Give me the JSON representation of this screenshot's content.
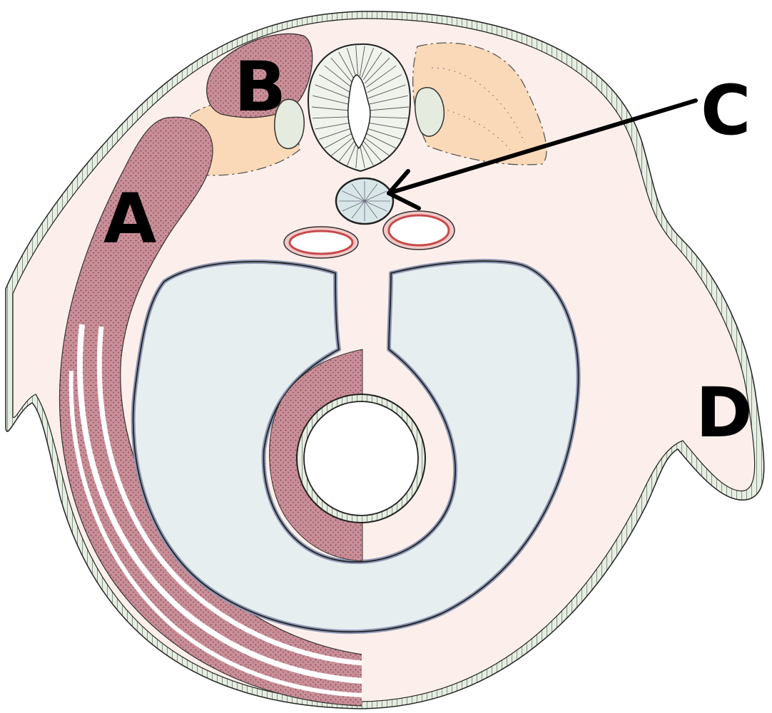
{
  "diagram": {
    "labels": {
      "a": "A",
      "b": "B",
      "c": "C",
      "d": "D"
    },
    "colors": {
      "background": "#ffffff",
      "body_fill": "#fcefeb",
      "ectoderm_fill": "#e6ede2",
      "outline": "#222222",
      "muscle_fill": "#c98f98",
      "muscle_stipple": "#7a3a48",
      "sclerotome_fill": "#fad9b8",
      "coelom_fill": "#e6eef0",
      "coelom_outline": "#8e98b4",
      "neural_tube_fill": "#eff3ec",
      "notochord_fill": "#d8e6e8",
      "aorta_outline": "#d05a5a",
      "ganglion_fill": "#e5ebdf"
    }
  }
}
